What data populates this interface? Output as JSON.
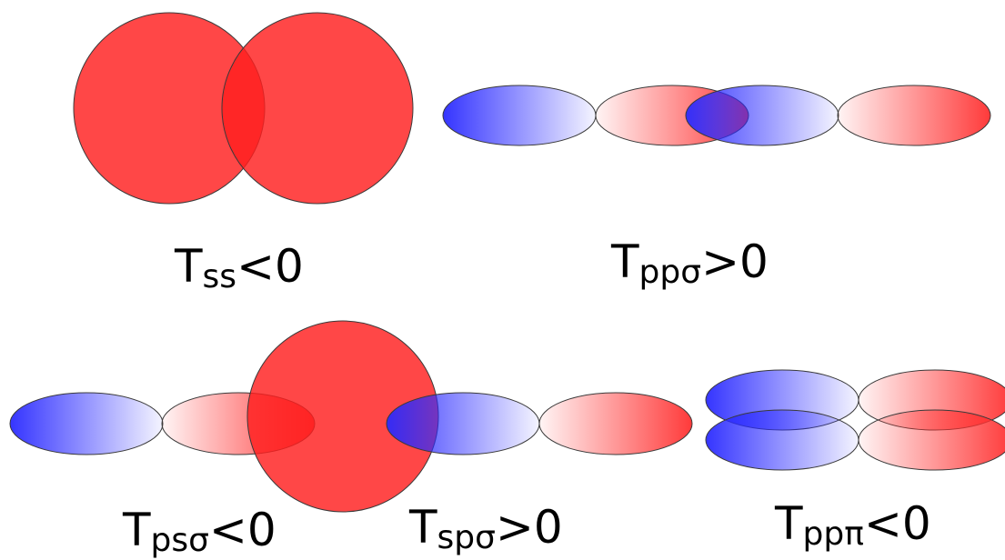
{
  "colors": {
    "s_orbital": "#ff1e1e",
    "positive_lobe": "#ff3030",
    "negative_lobe": "#2a2aff",
    "outline": "#3a3a3a",
    "text": "#000000"
  },
  "labels": {
    "ss": {
      "sym": "T",
      "sub": "ss",
      "rel": "<0"
    },
    "ppσ": {
      "sym": "T",
      "sub": "ppσ",
      "rel": ">0"
    },
    "psσ": {
      "sym": "T",
      "sub": "psσ",
      "rel": "<0"
    },
    "spσ": {
      "sym": "T",
      "sub": "spσ",
      "rel": ">0"
    },
    "ppπ": {
      "sym": "T",
      "sub": "ppπ",
      "rel": "<0"
    }
  }
}
